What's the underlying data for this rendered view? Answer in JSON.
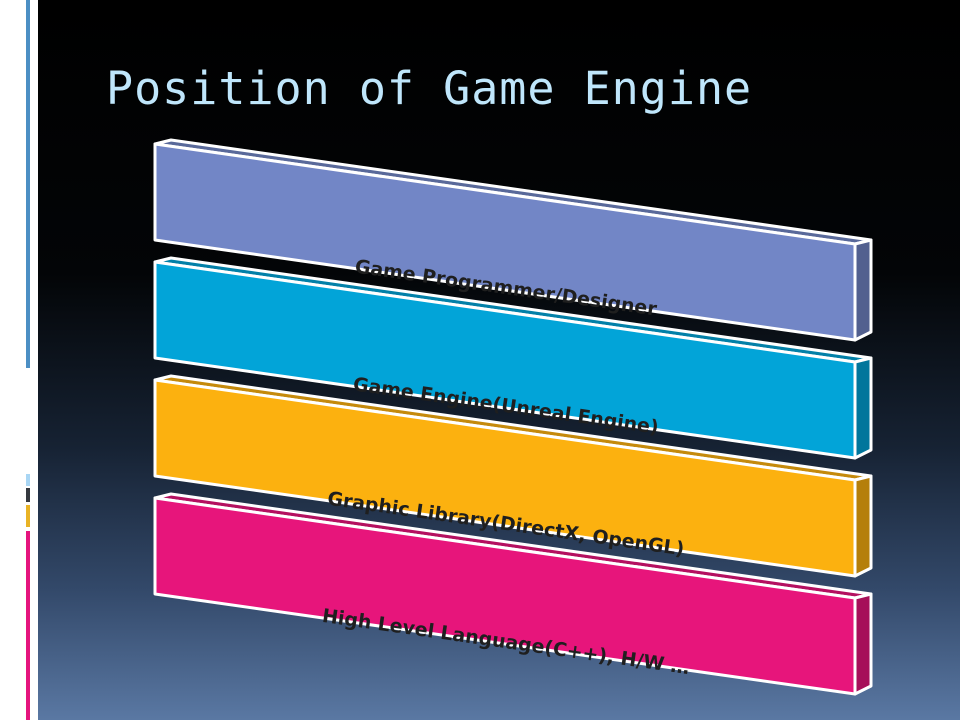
{
  "slide": {
    "title": "Position of Game Engine",
    "accent_colors": [
      "#4c8fc4",
      "#a9d6f4",
      "#35393f",
      "#e9b325",
      "#e5147d"
    ]
  },
  "diagram": {
    "layers": [
      {
        "label": "Game Programmer/Designer",
        "color": "#7286c6"
      },
      {
        "label": "Game Engine(Unreal Engine)",
        "color": "#02a4d8"
      },
      {
        "label": "Graphic Library(DirectX, OpenGL)",
        "color": "#fcb10f"
      },
      {
        "label": "High Level Language(C++), H/W …",
        "color": "#e7157b"
      }
    ],
    "arrow_icon": "down-arrow-icon"
  }
}
